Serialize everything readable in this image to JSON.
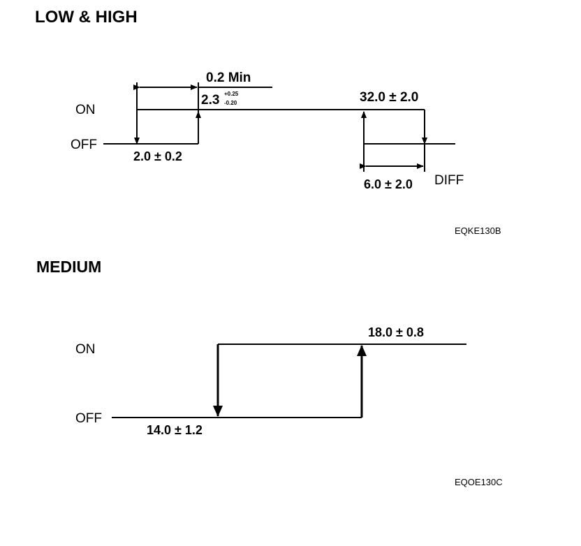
{
  "diagram_low_high": {
    "title": "LOW & HIGH",
    "on_label": "ON",
    "off_label": "OFF",
    "min_gap": "0.2 Min",
    "switch_on_main": "2.3",
    "switch_on_tol_plus": "+0.25",
    "switch_on_tol_minus": "-0.20",
    "switch_off_low": "2.0 ± 0.2",
    "switch_off_high": "32.0 ± 2.0",
    "diff_value": "6.0 ± 2.0",
    "diff_label": "DIFF",
    "figure_code": "EQKE130B"
  },
  "diagram_medium": {
    "title": "MEDIUM",
    "on_label": "ON",
    "off_label": "OFF",
    "switch_on": "18.0 ± 0.8",
    "switch_off": "14.0 ± 1.2",
    "figure_code": "EQOE130C"
  },
  "colors": {
    "ink": "#000000",
    "background": "#ffffff"
  }
}
